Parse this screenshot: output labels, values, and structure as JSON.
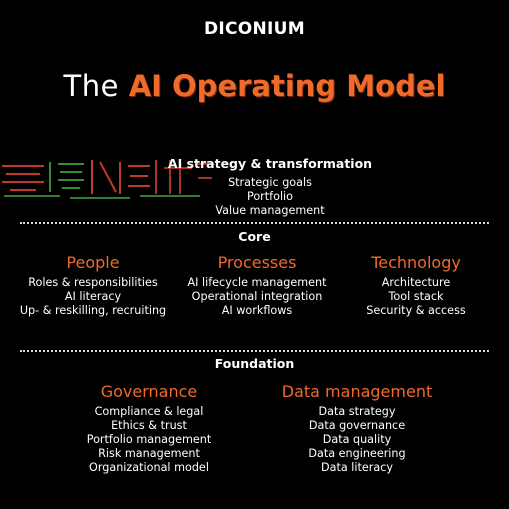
{
  "brand": "DICONIUM",
  "headline": {
    "prefix": "The ",
    "accent": "AI Operating Model"
  },
  "strategy": {
    "title": "AI strategy & transformation",
    "items": [
      "Strategic goals",
      "Portfolio",
      "Value management"
    ]
  },
  "core": {
    "label": "Core",
    "columns": [
      {
        "title": "People",
        "items": [
          "Roles & responsibilities",
          "AI literacy",
          "Up- & reskilling, recruiting"
        ]
      },
      {
        "title": "Processes",
        "items": [
          "AI lifecycle management",
          "Operational integration",
          "AI workflows"
        ]
      },
      {
        "title": "Technology",
        "items": [
          "Architecture",
          "Tool stack",
          "Security & access"
        ]
      }
    ]
  },
  "foundation": {
    "label": "Foundation",
    "columns": [
      {
        "title": "Governance",
        "items": [
          "Compliance & legal",
          "Ethics & trust",
          "Portfolio management",
          "Risk management",
          "Organizational model"
        ]
      },
      {
        "title": "Data management",
        "items": [
          "Data strategy",
          "Data governance",
          "Data quality",
          "Data engineering",
          "Data literacy"
        ]
      }
    ]
  },
  "colors": {
    "background": "#000000",
    "accent": "#f06a2a",
    "text": "#ffffff"
  }
}
